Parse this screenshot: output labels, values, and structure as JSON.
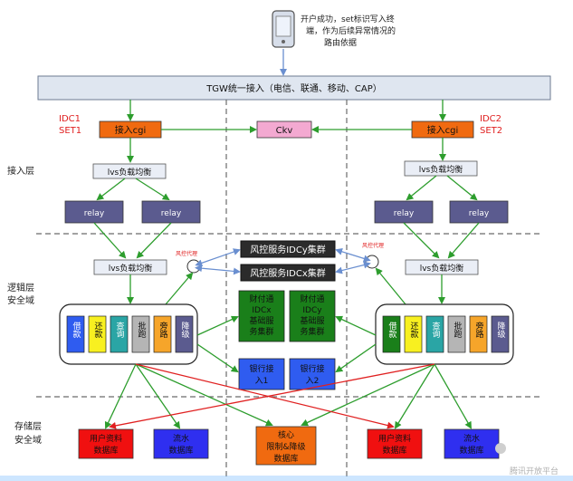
{
  "top_note": {
    "line1": "开户成功，set标识写入终",
    "line2": "端，作为后续异常情况的",
    "line3": "路由依据"
  },
  "tgw_bar": "TGW统一接入（电信、联通、移动、CAP）",
  "idc1": {
    "name": "IDC1",
    "set": "SET1"
  },
  "idc2": {
    "name": "IDC2",
    "set": "SET2"
  },
  "access_cgi": "接入cgi",
  "ckv": "Ckv",
  "lvs": "lvs负载均衡",
  "relay": "relay",
  "layers": {
    "access": "接入层",
    "logic1": "逻辑层",
    "logic2": "安全域",
    "storage1": "存储层",
    "storage2": "安全域"
  },
  "risk_label": "风控代理",
  "risk_y": "风控服务IDCy集群",
  "risk_x": "风控服务IDCx集群",
  "services": [
    "借款",
    "还款",
    "查询",
    "批跑",
    "旁路",
    "降级"
  ],
  "finance": [
    {
      "l1": "财付通",
      "l2": "IDCx",
      "l3": "基础服",
      "l4": "务集群"
    },
    {
      "l1": "财付通",
      "l2": "IDCy",
      "l3": "基础服",
      "l4": "务集群"
    }
  ],
  "bank": [
    {
      "l1": "银行接",
      "l2": "入1"
    },
    {
      "l1": "银行接",
      "l2": "入2"
    }
  ],
  "db_user": {
    "l1": "用户资料",
    "l2": "数据库"
  },
  "db_flow": {
    "l1": "流水",
    "l2": "数据库"
  },
  "db_core": {
    "l1": "核心",
    "l2": "限制&降级",
    "l3": "数据库"
  },
  "watermark": "腾讯开放平台",
  "colors": {
    "orange": "#f06a10",
    "pink": "#f3a9d1",
    "navy": "#5b5b8f",
    "green": "#1a7f1a",
    "blue": "#2f5cf0",
    "red": "#f01010",
    "arrow_green": "#2d9d2d",
    "arrow_red": "#e02020",
    "arrow_blue": "#7a9bd6",
    "bar": "#dfe6f0",
    "light_box": "#eaeef6"
  }
}
